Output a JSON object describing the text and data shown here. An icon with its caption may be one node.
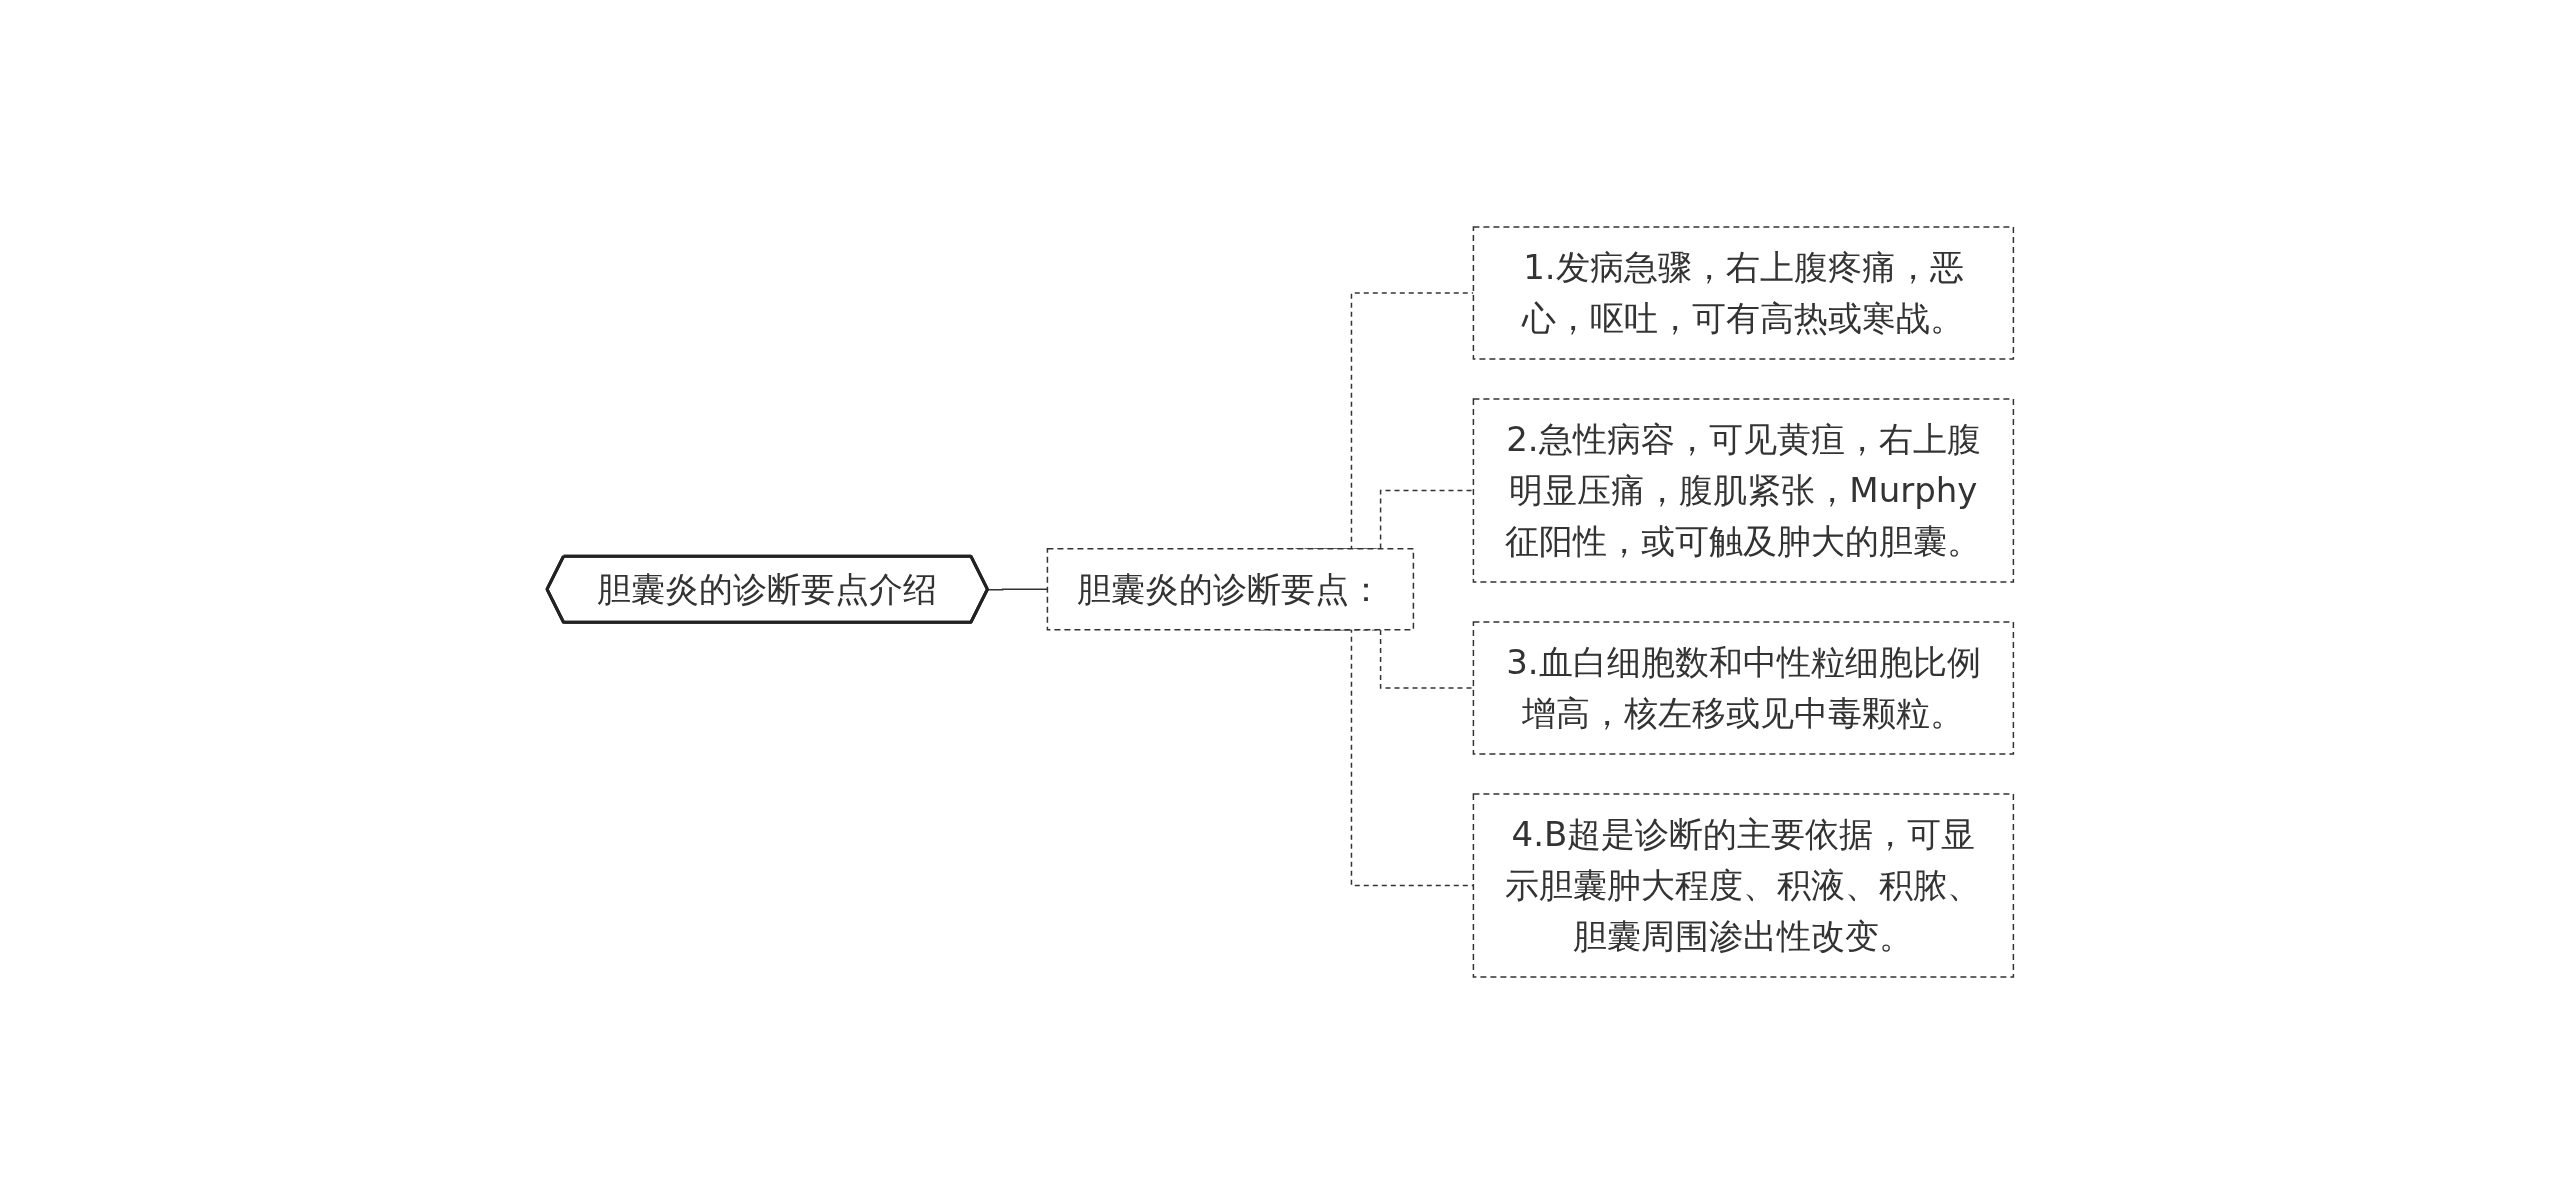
{
  "diagram": {
    "nodes": [
      {
        "text": [
          "胆囊炎的诊断要点介绍"
        ]
      },
      {
        "text": [
          "胆囊炎的诊断要点："
        ]
      },
      {
        "text": [
          "1.发病急骤，右上腹疼痛，恶心，呕吐，可有高热或寒战。"
        ]
      },
      {
        "text": [
          "2.急性病容，可见黄疸，右上腹明显压痛，腹肌紧张，Murphy征阳性，或可触及肿大的胆囊。"
        ]
      },
      {
        "text": [
          "3.血白细胞数和中性粒细胞比例增高，核左移或见中毒颗粒。"
        ]
      },
      {
        "text": [
          "4.B超是诊断的主要依据，可显示胆囊肿大程度、积液、积脓、胆囊周围渗出性改变。"
        ]
      }
    ],
    "edges": [
      {
        "from": 0,
        "to": 1,
        "arrow": "none"
      },
      {
        "from": 1,
        "to": 2,
        "arrow": "none",
        "style": "dashed"
      },
      {
        "from": 1,
        "to": 3,
        "arrow": "none",
        "style": "dashed"
      },
      {
        "from": 1,
        "to": 4,
        "arrow": "none",
        "style": "dashed"
      },
      {
        "from": 1,
        "to": 5,
        "arrow": "none",
        "style": "dashed"
      }
    ]
  }
}
